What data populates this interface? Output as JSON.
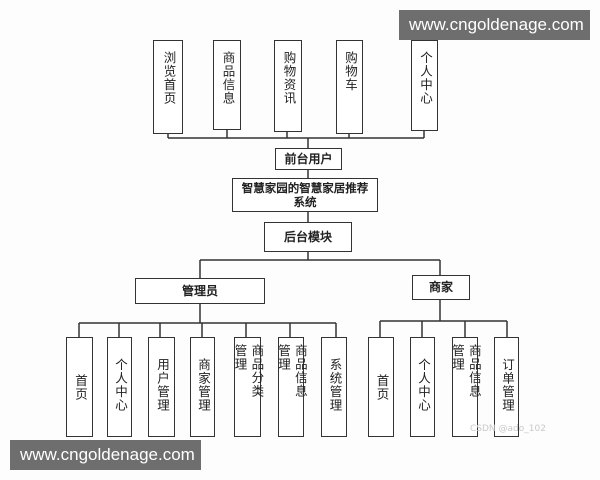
{
  "watermark": {
    "top_text": "www.cngoldenage.com",
    "bottom_text": "www.cngoldenage.com",
    "faint_text": "CSDN @ado_102"
  },
  "frontend": {
    "items": [
      "浏览首页",
      "商品信息",
      "购物资讯",
      "购物车",
      "个人中心"
    ],
    "label": "前台用户"
  },
  "system": {
    "title": "智慧家园的智慧家居推荐系统"
  },
  "backend": {
    "label": "后台模块"
  },
  "admin": {
    "label": "管理员",
    "items": [
      "首页",
      "个人中心",
      "用户管理",
      "商家管理",
      "商品分类管理",
      "商品信息管理",
      "系统管理"
    ]
  },
  "merchant": {
    "label": "商家",
    "items": [
      "首页",
      "个人中心",
      "商品信息管理",
      "订单管理"
    ]
  }
}
